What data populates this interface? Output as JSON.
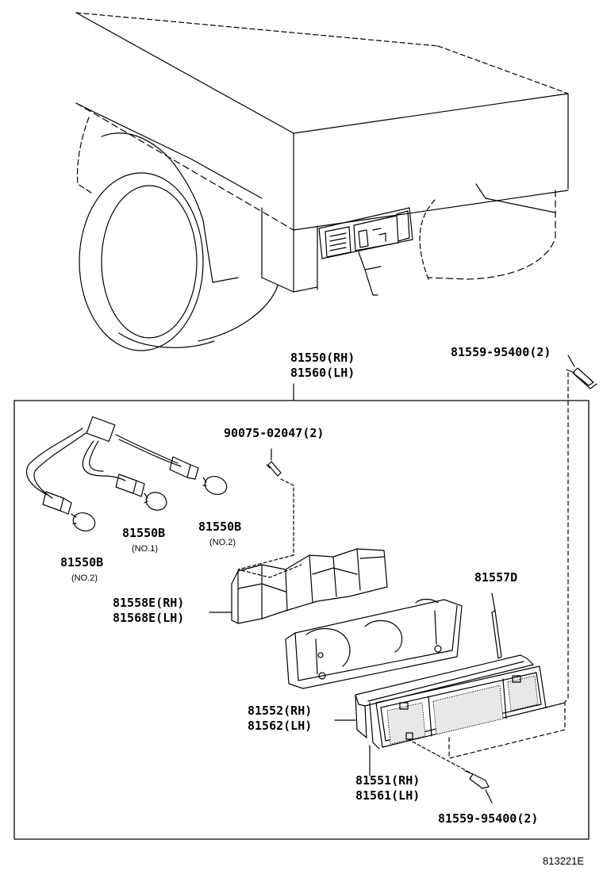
{
  "labels": {
    "assembly_rh": "81550(RH)",
    "assembly_lh": "81560(LH)",
    "screw_top": "81559-95400(2)",
    "screw_mid": "90075-02047(2)",
    "bulb_left": "81550B",
    "bulb_left_note": "(NO.2)",
    "bulb_no1": "81550B",
    "bulb_no1_note": "(NO.1)",
    "bulb_no2": "81550B",
    "bulb_no2_note": "(NO.2)",
    "socket_rh": "81558E(RH)",
    "socket_lh": "81568E(LH)",
    "gasket": "81557D",
    "lens_rh": "81552(RH)",
    "lens_lh": "81562(LH)",
    "cover_rh": "81551(RH)",
    "cover_lh": "81561(LH)",
    "screw_bottom": "81559-95400(2)",
    "diagram_code": "813221E"
  },
  "colors": {
    "line": "#000000",
    "background": "#ffffff"
  }
}
